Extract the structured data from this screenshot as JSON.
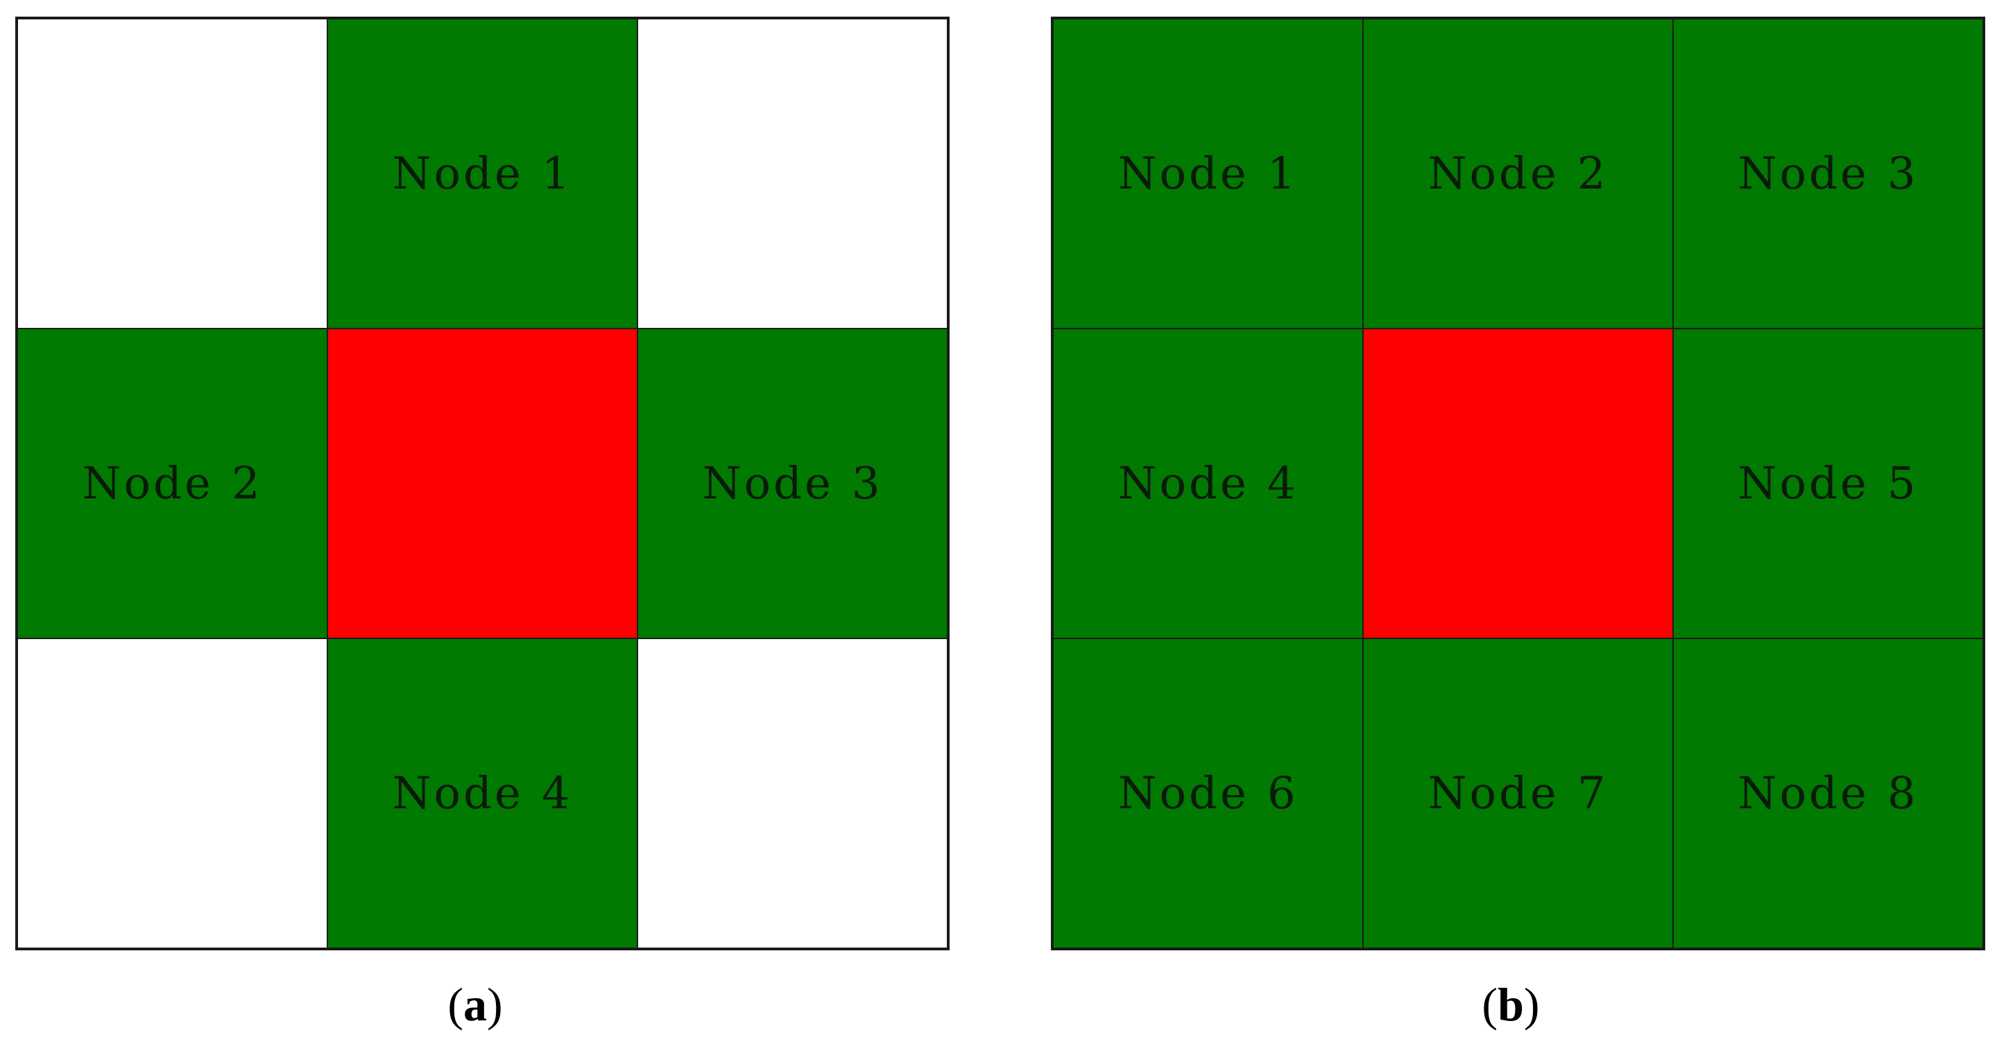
{
  "colors": {
    "neighbor": "#007a00",
    "center": "#ff0000",
    "empty": "#ffffff",
    "border": "#1a1a1a"
  },
  "panels": [
    {
      "caption_letter": "a",
      "cells": [
        {
          "kind": "empty",
          "word": "",
          "number": ""
        },
        {
          "kind": "neighbor",
          "word": "Node",
          "number": "1"
        },
        {
          "kind": "empty",
          "word": "",
          "number": ""
        },
        {
          "kind": "neighbor",
          "word": "Node",
          "number": "2"
        },
        {
          "kind": "center",
          "word": "",
          "number": ""
        },
        {
          "kind": "neighbor",
          "word": "Node",
          "number": "3"
        },
        {
          "kind": "empty",
          "word": "",
          "number": ""
        },
        {
          "kind": "neighbor",
          "word": "Node",
          "number": "4"
        },
        {
          "kind": "empty",
          "word": "",
          "number": ""
        }
      ]
    },
    {
      "caption_letter": "b",
      "cells": [
        {
          "kind": "neighbor",
          "word": "Node",
          "number": "1"
        },
        {
          "kind": "neighbor",
          "word": "Node",
          "number": "2"
        },
        {
          "kind": "neighbor",
          "word": "Node",
          "number": "3"
        },
        {
          "kind": "neighbor",
          "word": "Node",
          "number": "4"
        },
        {
          "kind": "center",
          "word": "",
          "number": ""
        },
        {
          "kind": "neighbor",
          "word": "Node",
          "number": "5"
        },
        {
          "kind": "neighbor",
          "word": "Node",
          "number": "6"
        },
        {
          "kind": "neighbor",
          "word": "Node",
          "number": "7"
        },
        {
          "kind": "neighbor",
          "word": "Node",
          "number": "8"
        }
      ]
    }
  ]
}
